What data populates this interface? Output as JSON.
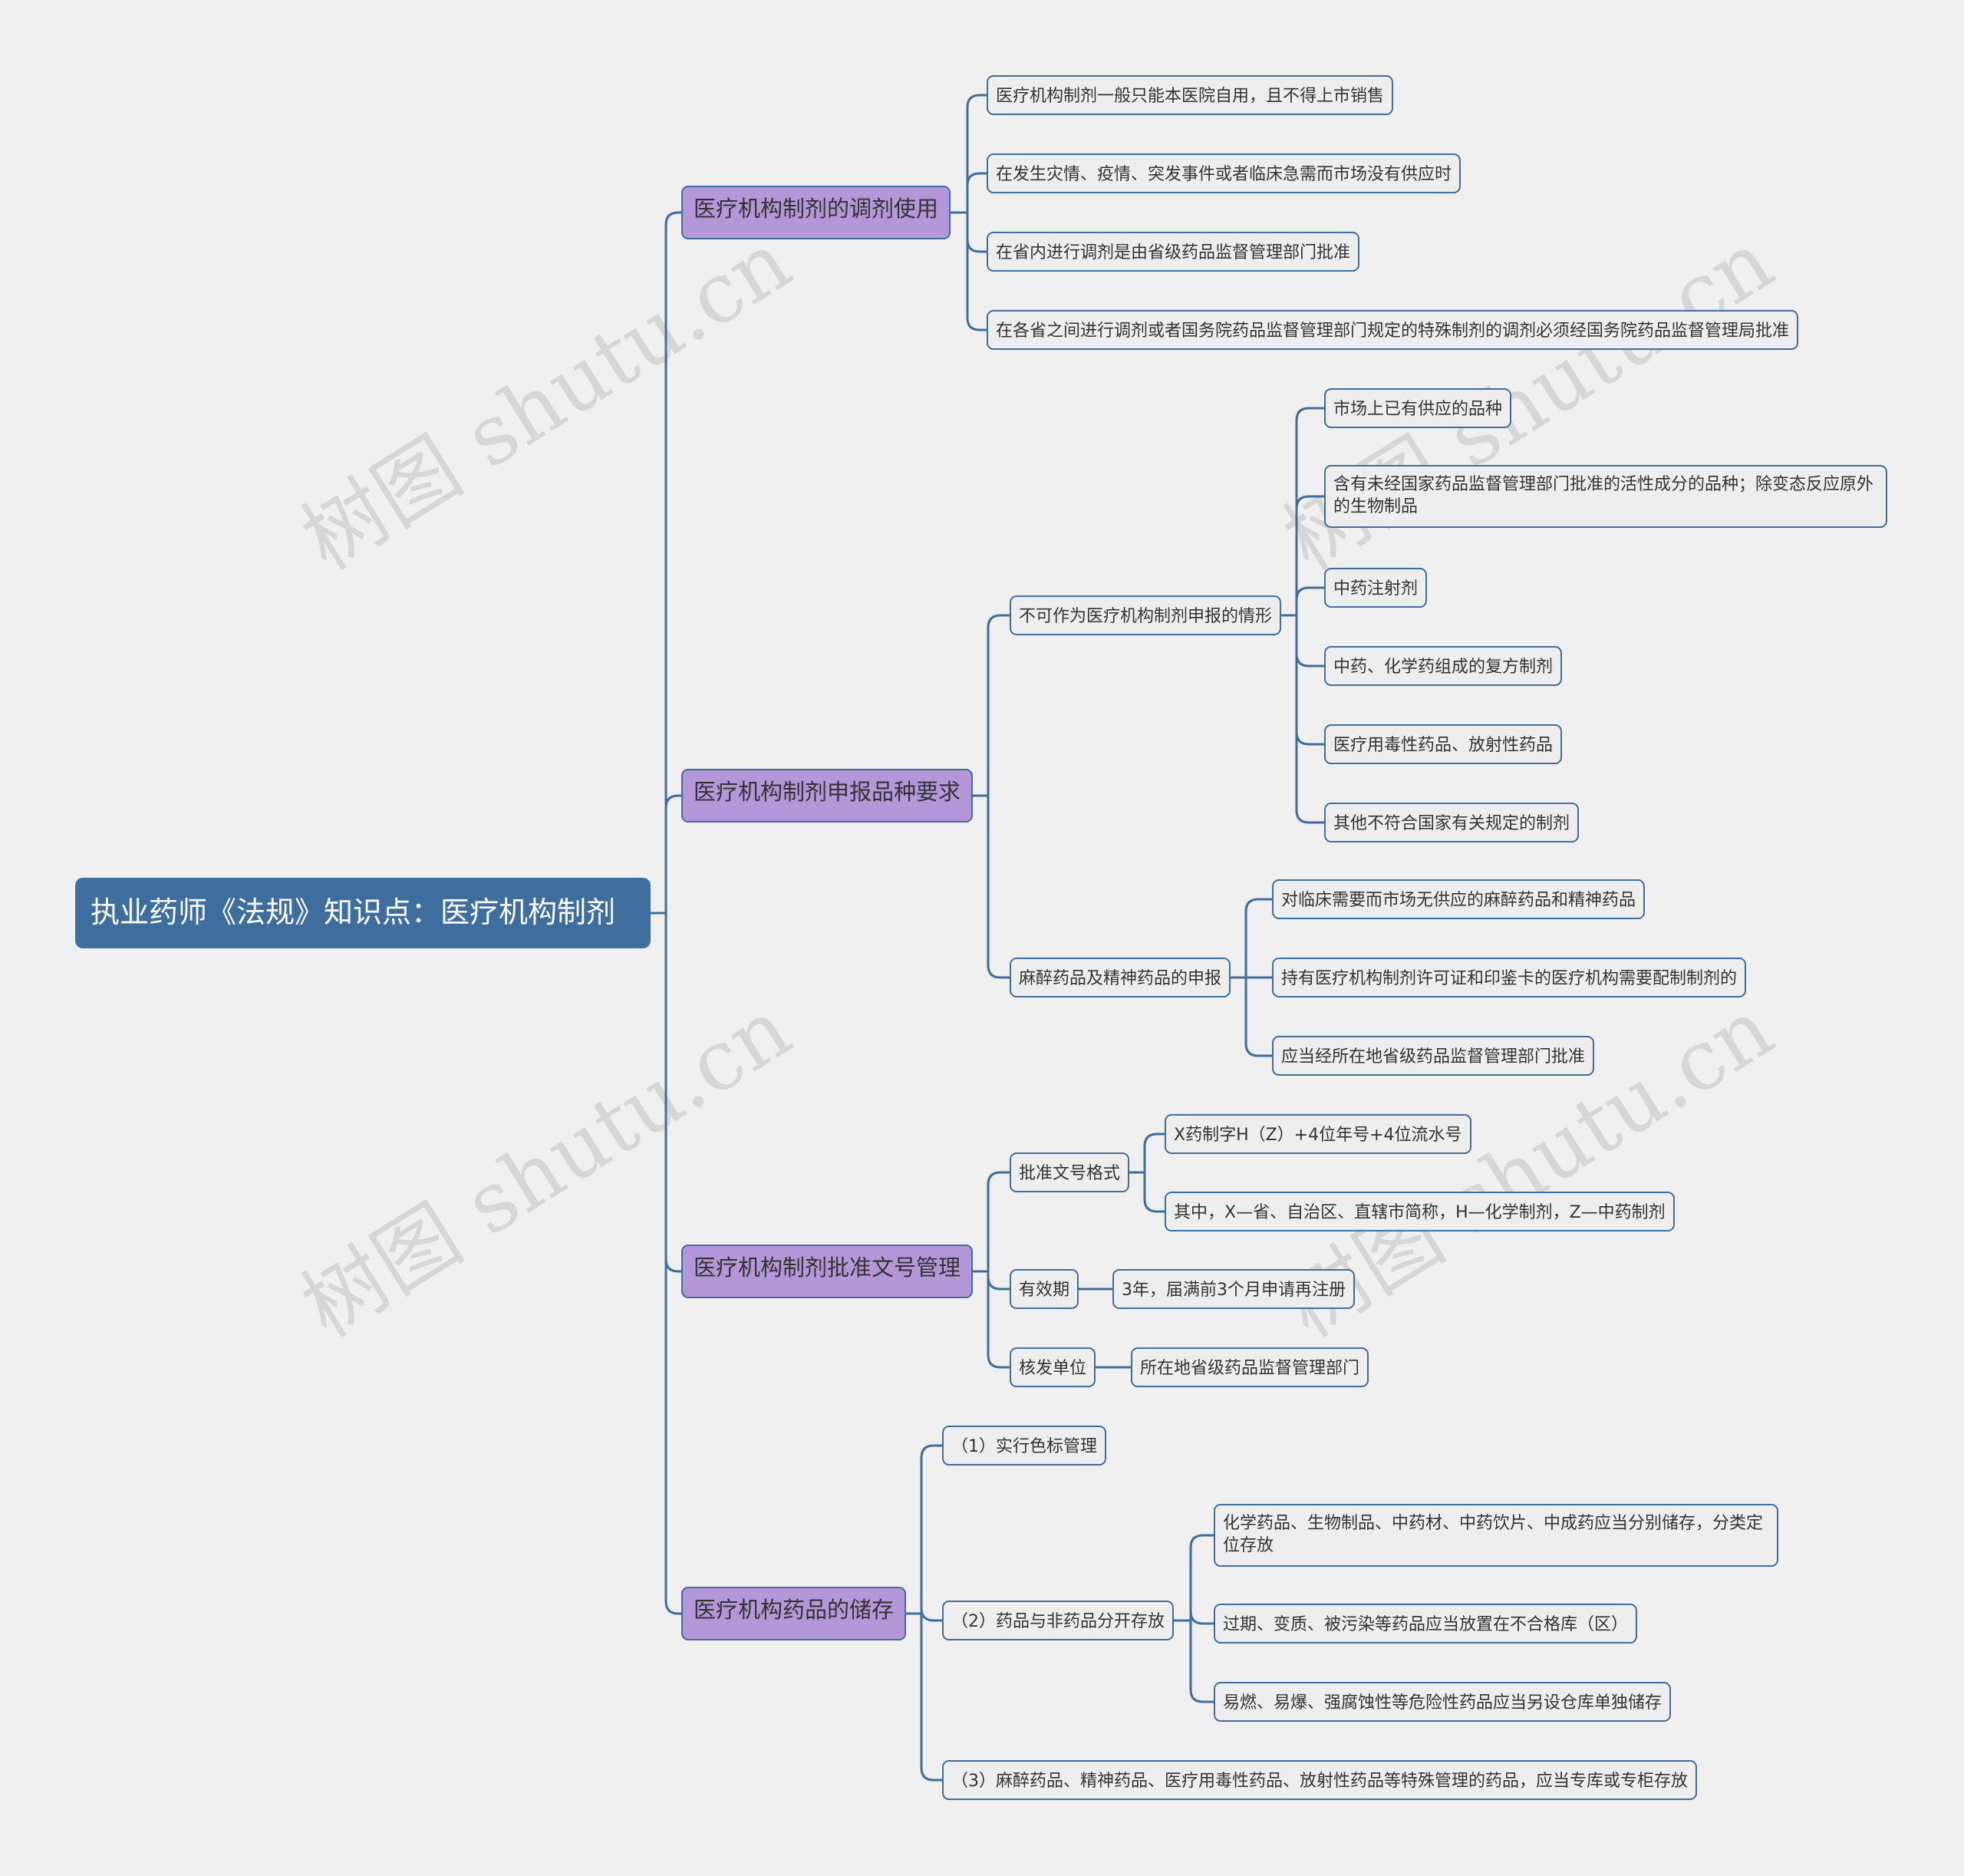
{
  "root": "执业药师《法规》知识点：医疗机构制剂",
  "watermark": "树图 shutu.cn",
  "colors": {
    "root": "#3d6e9e",
    "branch": "#b497d9",
    "leaf": "#eeeeee",
    "line": "#3d6e9e",
    "background": "#f0f0f0"
  },
  "branches": [
    {
      "label": "医疗机构制剂的调剂使用",
      "children": [
        {
          "label": "医疗机构制剂一般只能本医院自用，且不得上市销售"
        },
        {
          "label": "在发生灾情、疫情、突发事件或者临床急需而市场没有供应时"
        },
        {
          "label": "在省内进行调剂是由省级药品监督管理部门批准"
        },
        {
          "label": "在各省之间进行调剂或者国务院药品监督管理部门规定的特殊制剂的调剂必须经国务院药品监督管理局批准"
        }
      ]
    },
    {
      "label": "医疗机构制剂申报品种要求",
      "children": [
        {
          "label": "不可作为医疗机构制剂申报的情形",
          "children": [
            {
              "label": "市场上已有供应的品种"
            },
            {
              "label": "含有未经国家药品监督管理部门批准的活性成分的品种；除变态反应原外的生物制品"
            },
            {
              "label": "中药注射剂"
            },
            {
              "label": "中药、化学药组成的复方制剂"
            },
            {
              "label": "医疗用毒性药品、放射性药品"
            },
            {
              "label": "其他不符合国家有关规定的制剂"
            }
          ]
        },
        {
          "label": "麻醉药品及精神药品的申报",
          "children": [
            {
              "label": "对临床需要而市场无供应的麻醉药品和精神药品"
            },
            {
              "label": "持有医疗机构制剂许可证和印鉴卡的医疗机构需要配制制剂的"
            },
            {
              "label": "应当经所在地省级药品监督管理部门批准"
            }
          ]
        }
      ]
    },
    {
      "label": "医疗机构制剂批准文号管理",
      "children": [
        {
          "label": "批准文号格式",
          "children": [
            {
              "label": "X药制字H（Z）+4位年号+4位流水号"
            },
            {
              "label": "其中，X—省、自治区、直辖市简称，H—化学制剂，Z—中药制剂"
            }
          ]
        },
        {
          "label": "有效期",
          "children": [
            {
              "label": "3年，届满前3个月申请再注册"
            }
          ]
        },
        {
          "label": "核发单位",
          "children": [
            {
              "label": "所在地省级药品监督管理部门"
            }
          ]
        }
      ]
    },
    {
      "label": "医疗机构药品的储存",
      "children": [
        {
          "label": "（1）实行色标管理"
        },
        {
          "label": "（2）药品与非药品分开存放",
          "children": [
            {
              "label": "化学药品、生物制品、中药材、中药饮片、中成药应当分别储存，分类定位存放"
            },
            {
              "label": "过期、变质、被污染等药品应当放置在不合格库（区）"
            },
            {
              "label": "易燃、易爆、强腐蚀性等危险性药品应当另设仓库单独储存"
            }
          ]
        },
        {
          "label": "（3）麻醉药品、精神药品、医疗用毒性药品、放射性药品等特殊管理的药品，应当专库或专柜存放"
        }
      ]
    }
  ]
}
